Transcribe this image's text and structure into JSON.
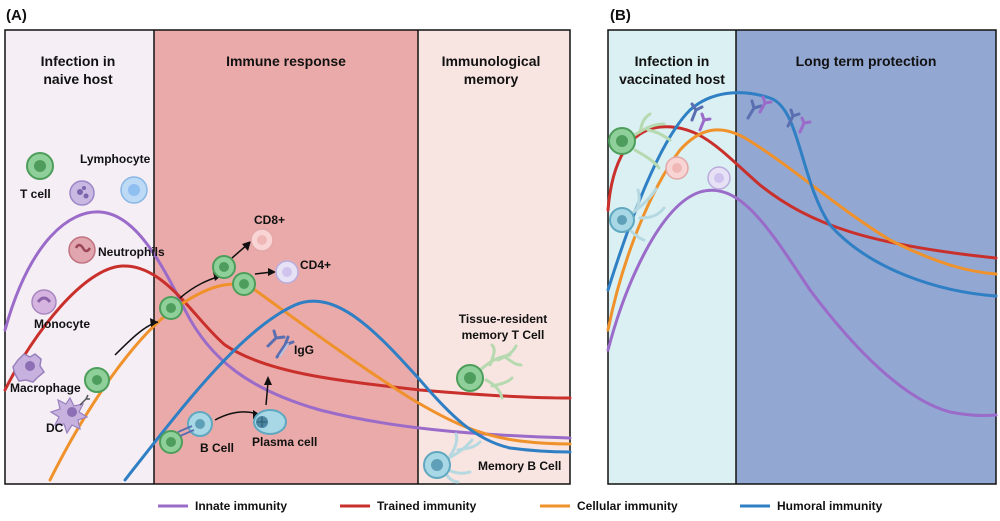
{
  "panel_a": {
    "tag": "(A)",
    "headers": {
      "naive": [
        "Infection in",
        "naive host"
      ],
      "response": "Immune response",
      "memory": [
        "Immunological",
        "memory"
      ]
    },
    "labels": {
      "lymphocyte": "Lymphocyte",
      "t_cell": "T cell",
      "neutrophils": "Neutrophils",
      "monocyte": "Monocyte",
      "macrophage": "Macrophage",
      "dc": "DC",
      "cd8": "CD8+",
      "cd4": "CD4+",
      "igg": "IgG",
      "b_cell": "B Cell",
      "plasma_cell": "Plasma cell",
      "trm": [
        "Tissue-resident",
        "memory T Cell"
      ],
      "memory_b": "Memory B Cell"
    }
  },
  "panel_b": {
    "tag": "(B)",
    "headers": {
      "vaccinated": [
        "Infection in",
        "vaccinated host"
      ],
      "long_term": "Long term protection"
    }
  },
  "legend": [
    {
      "label": "Innate immunity",
      "color": "#9b6bc9"
    },
    {
      "label": "Trained immunity",
      "color": "#c9302c"
    },
    {
      "label": "Cellular immunity",
      "color": "#f0922b"
    },
    {
      "label": "Humoral immunity",
      "color": "#2f7fc4"
    }
  ],
  "colors": {
    "naive_bg": "#f5eef5",
    "response_bg": "#eaaaa9",
    "memory_bg": "#f8e4e0",
    "vaccinated_bg": "#daf0f2",
    "long_term_bg": "#92a7d2"
  }
}
